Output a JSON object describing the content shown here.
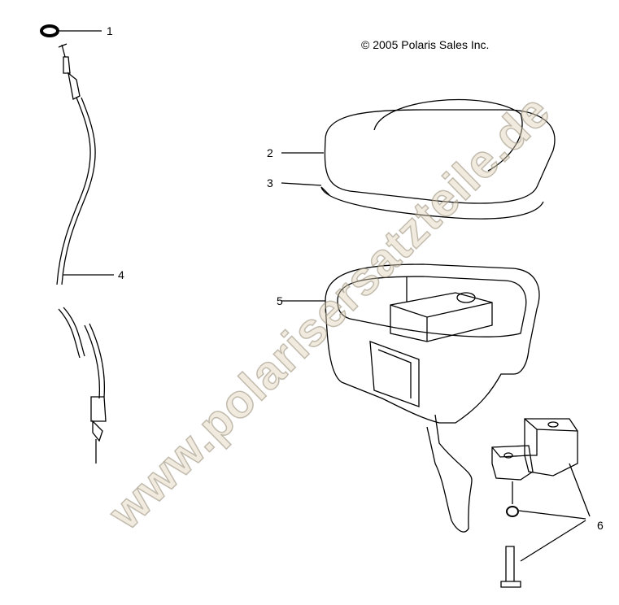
{
  "copyright": "© 2005 Polaris Sales Inc.",
  "watermark": "www.polarisersatzteile.de",
  "callouts": [
    {
      "number": "1",
      "part": "o-ring"
    },
    {
      "number": "2",
      "part": "cover"
    },
    {
      "number": "3",
      "part": "gasket"
    },
    {
      "number": "4",
      "part": "throttle-cable"
    },
    {
      "number": "5",
      "part": "throttle-housing"
    },
    {
      "number": "6",
      "part": "clamp-hardware"
    }
  ]
}
